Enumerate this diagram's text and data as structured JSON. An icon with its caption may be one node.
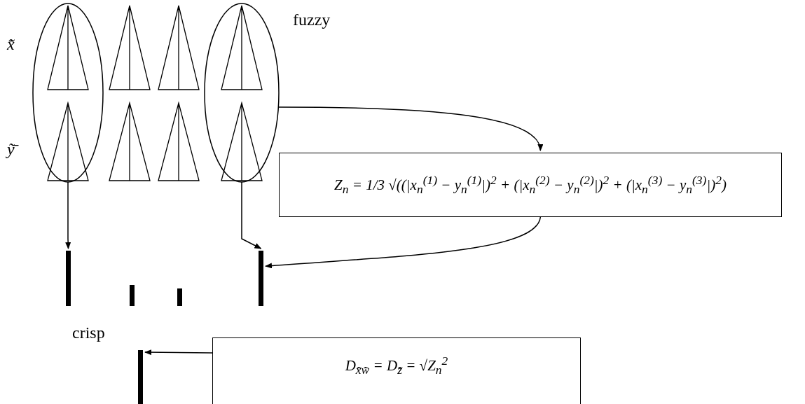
{
  "diagram": {
    "nodes": [
      {
        "text": [],
        "shape": "ellipse"
      },
      {
        "text": [],
        "shape": "ellipse"
      },
      {
        "text": [
          "Z$_{n}$ = 1/3 √((|x$_{n}$$^{(1)}$ − y$_{n}$$^{(1)}$|)$^{2}$ + (|x$_{n}$$^{(2)}$ − y$_{n}$$^{(2)}$|)$^{2}$ + (|x$_{n}$$^{(3)}$ − y$_{n}$$^{(3)}$|)$^{2}$)"
        ]
      },
      {
        "text": [],
        "shape": "bar"
      },
      {
        "text": [],
        "shape": "bar"
      },
      {
        "text": [],
        "shape": "bar"
      },
      {
        "text": [],
        "shape": "bar"
      },
      {
        "text": [
          "D$_{x̃̄w̃̄}$ = D$_{z̃̄}$ = √Z$_{n}$$^{2}$"
        ]
      },
      {
        "text": [],
        "shape": "bar"
      }
    ],
    "edges": [
      {
        "from": 0,
        "to": 3,
        "arrow": "to"
      },
      {
        "from": 1,
        "to": 2,
        "arrow": "to"
      },
      {
        "from": 1,
        "to": 6,
        "arrow": "to"
      },
      {
        "from": 2,
        "to": 6,
        "arrow": "to"
      },
      {
        "from": 7,
        "to": 8,
        "arrow": "to"
      }
    ],
    "labels": [
      "x̃̄",
      "ỹ̄",
      "fuzzy",
      "crisp"
    ]
  }
}
